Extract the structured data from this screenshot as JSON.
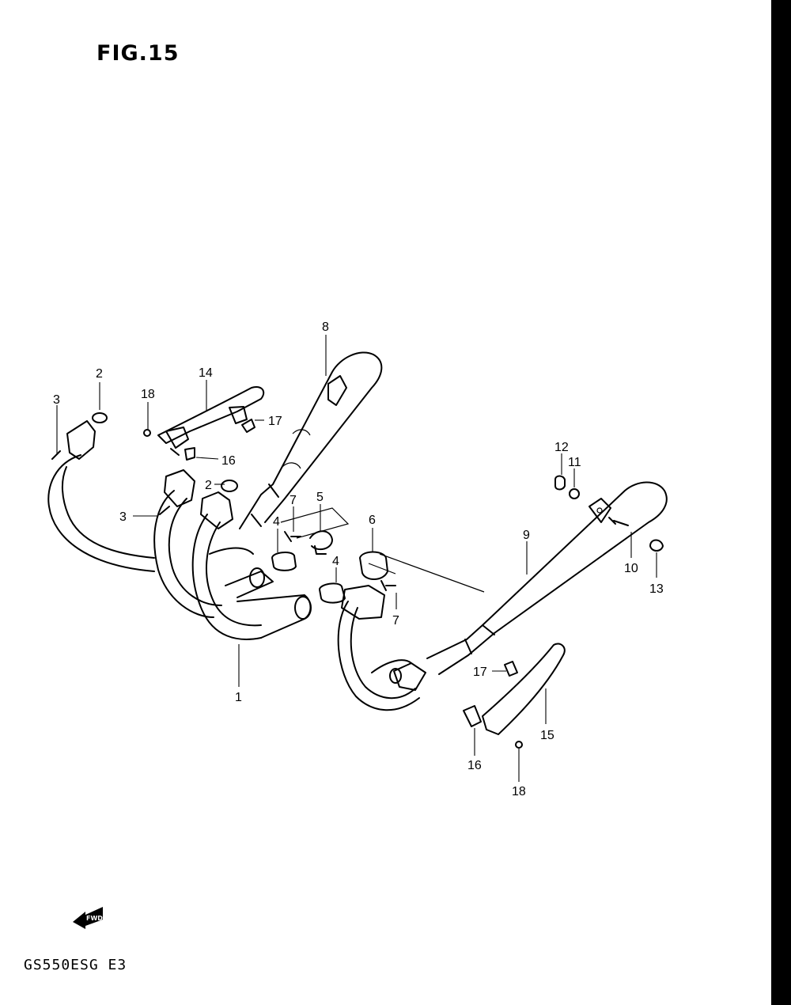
{
  "figure": {
    "title": "FIG.15",
    "model": "GS550ESG E3",
    "fwd_label": "FWD"
  },
  "callouts": {
    "c1": "1",
    "c2a": "2",
    "c2b": "2",
    "c3a": "3",
    "c3b": "3",
    "c4a": "4",
    "c4b": "4",
    "c5": "5",
    "c6": "6",
    "c7a": "7",
    "c7b": "7",
    "c8": "8",
    "c9": "9",
    "c10": "10",
    "c11": "11",
    "c12": "12",
    "c13": "13",
    "c14": "14",
    "c15": "15",
    "c16a": "16",
    "c16b": "16",
    "c17a": "17",
    "c17b": "17",
    "c18a": "18",
    "c18b": "18"
  }
}
